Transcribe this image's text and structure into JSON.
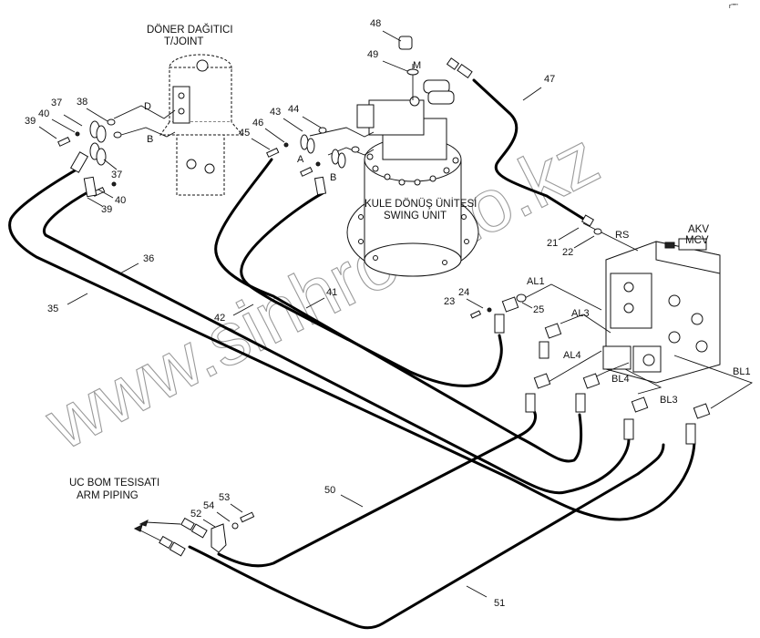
{
  "diagram": {
    "type": "hydraulic piping exploded parts diagram",
    "corner_mark": "r\"\"\"",
    "assemblies": [
      {
        "id": "turning-joint",
        "label_line1": "DÖNER DAĞITICI",
        "label_line2": "T/JOINT"
      },
      {
        "id": "swing-unit",
        "label_line1": "KULE DÖNÜŞ ÜNİTESİ",
        "label_line2": "SWING UNIT"
      },
      {
        "id": "main-control-valve",
        "label_line1": "AKV",
        "label_line2": "MCV"
      },
      {
        "id": "arm-piping",
        "label_line1": "UC BOM TESISATI",
        "label_line2": "ARM PIPING"
      }
    ],
    "port_labels": {
      "D": "D",
      "B_tj": "B",
      "A": "A",
      "B_swing": "B",
      "M": "M",
      "RS": "RS",
      "AL1": "AL1",
      "AL3": "AL3",
      "AL4": "AL4",
      "BL1": "BL1",
      "BL3": "BL3",
      "BL4": "BL4"
    },
    "part_numbers": {
      "p21": "21",
      "p22": "22",
      "p23": "23",
      "p24": "24",
      "p25": "25",
      "p35": "35",
      "p36": "36",
      "p37a": "37",
      "p37b": "37",
      "p38": "38",
      "p39a": "39",
      "p39b": "39",
      "p40a": "40",
      "p40b": "40",
      "p41": "41",
      "p42": "42",
      "p43": "43",
      "p44": "44",
      "p45": "45",
      "p46": "46",
      "p47": "47",
      "p48": "48",
      "p49": "49",
      "p50": "50",
      "p51": "51",
      "p52": "52",
      "p53": "53",
      "p54": "54"
    },
    "watermark": "www.sinhron-to.kz"
  }
}
